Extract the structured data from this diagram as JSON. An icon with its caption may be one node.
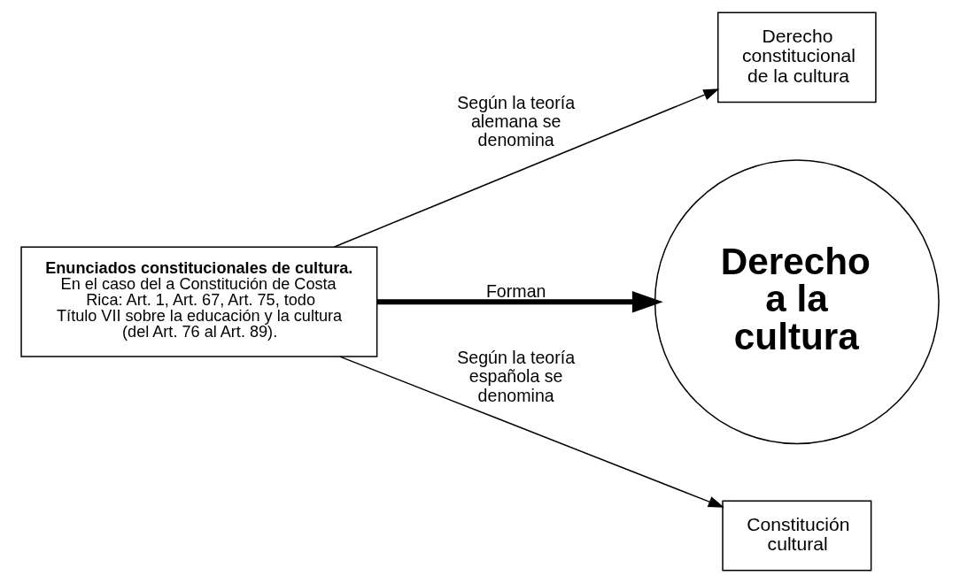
{
  "diagram": {
    "nodes": [
      {
        "text": [
          "Derecho constitucional de la cultura"
        ]
      },
      {
        "text": [
          "Enunciados constitucionales de cultura.",
          "En el caso del a Constitución de Costa Rica: Art. 1, Art. 67, Art. 75, todo Título VII sobre la educación y la cultura (del Art. 76 al Art. 89)."
        ]
      },
      {
        "text": [
          "Derecho a la cultura"
        ]
      },
      {
        "text": [
          "Constitución cultural"
        ]
      }
    ],
    "edges": [
      {
        "from": 1,
        "to": 0,
        "arrow": "to",
        "label": "Según la teoría alemana se denomina"
      },
      {
        "from": 1,
        "to": 2,
        "arrow": "to",
        "label": "Forman",
        "style": "thick"
      },
      {
        "from": 1,
        "to": 3,
        "arrow": "to",
        "label": "Según la teoría española se denomina"
      }
    ]
  }
}
